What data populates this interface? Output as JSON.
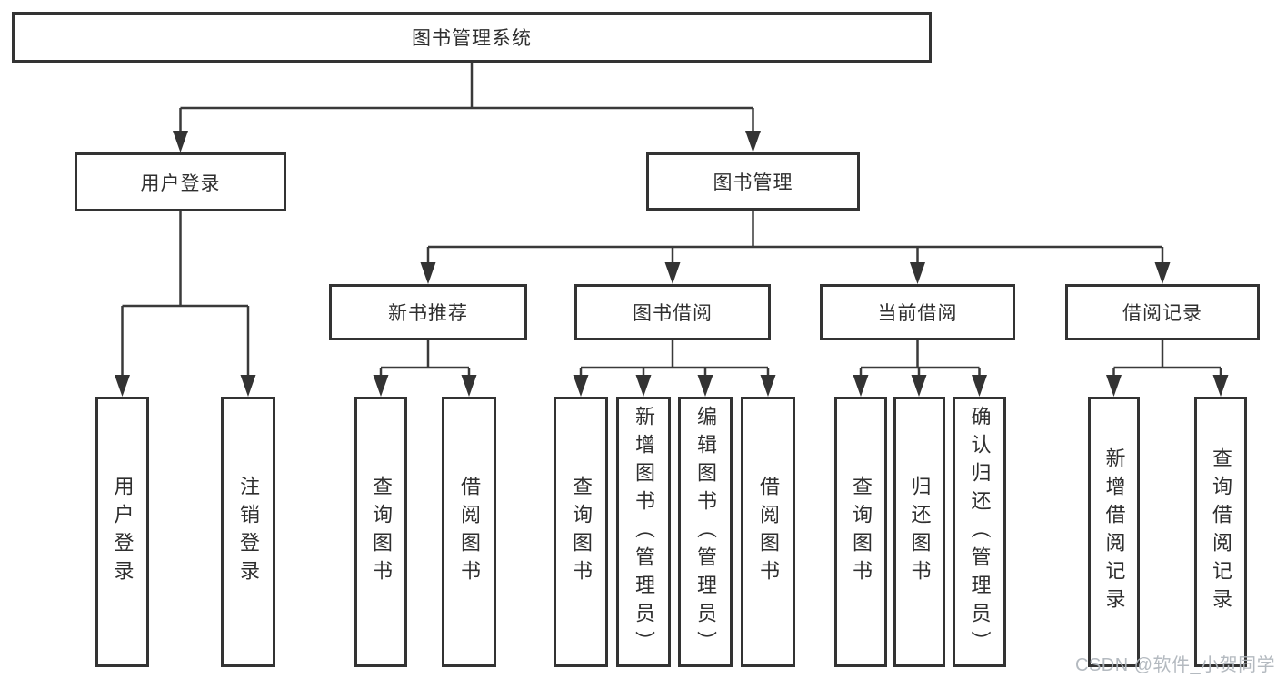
{
  "diagram": {
    "root": {
      "label": "图书管理系统"
    },
    "branches": [
      {
        "label": "用户登录",
        "children": [
          "用户登录",
          "注销登录"
        ]
      },
      {
        "label": "图书管理",
        "sections": [
          {
            "label": "新书推荐",
            "children": [
              "查询图书",
              "借阅图书"
            ]
          },
          {
            "label": "图书借阅",
            "children": [
              "查询图书",
              "新增图书（管理员）",
              "编辑图书（管理员）",
              "借阅图书"
            ]
          },
          {
            "label": "当前借阅",
            "children": [
              "查询图书",
              "归还图书",
              "确认归还（管理员）"
            ]
          },
          {
            "label": "借阅记录",
            "children": [
              "新增借阅记录",
              "查询借阅记录"
            ]
          }
        ]
      }
    ],
    "watermark": "CSDN @软件_小贺同学",
    "colors": {
      "line": "#3a3a3a",
      "box_border": "#333333",
      "text": "#2f2f2f",
      "watermark": "#b0b6bd",
      "background": "#ffffff"
    }
  }
}
